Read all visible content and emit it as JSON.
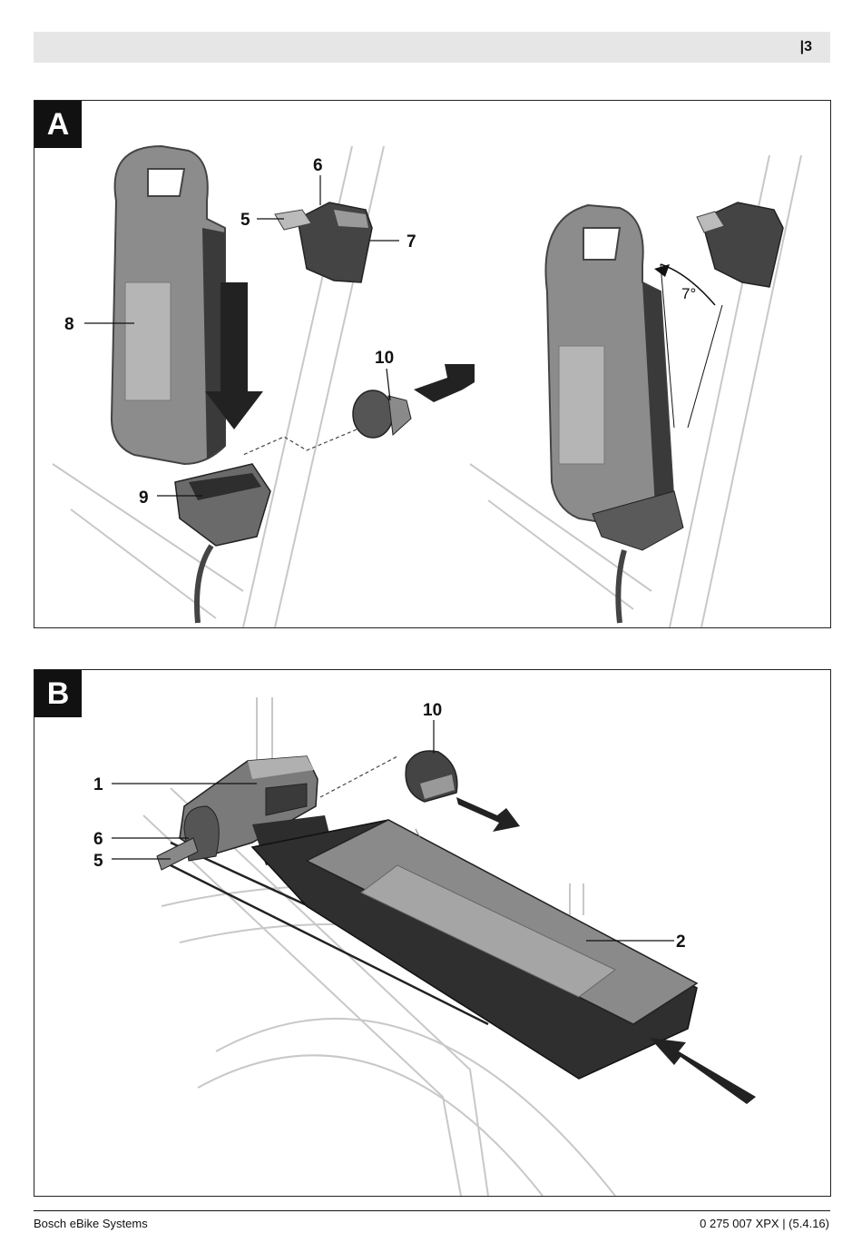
{
  "header": {
    "page_number": "|3"
  },
  "figure_a": {
    "label": "A",
    "callouts": {
      "c5": "5",
      "c6": "6",
      "c7": "7",
      "c8": "8",
      "c9": "9",
      "c10": "10"
    },
    "angle": "7°"
  },
  "figure_b": {
    "label": "B",
    "callouts": {
      "c1": "1",
      "c2": "2",
      "c5": "5",
      "c6": "6",
      "c10": "10"
    }
  },
  "footer": {
    "left": "Bosch eBike Systems",
    "right": "0 275 007 XPX | (5.4.16)"
  }
}
